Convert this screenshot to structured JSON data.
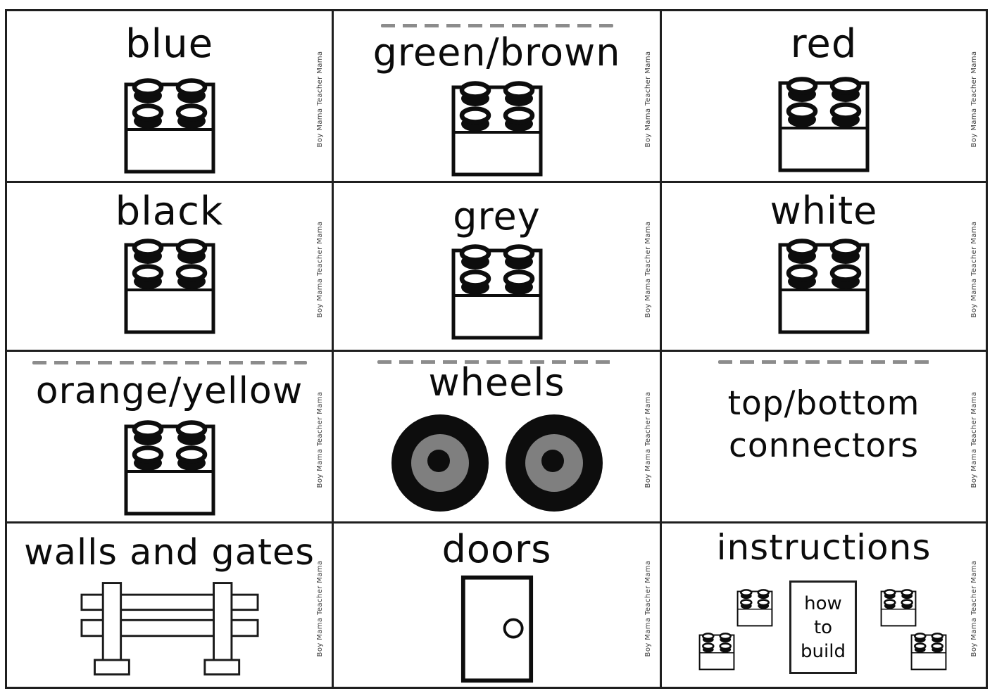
{
  "attribution": "Boy Mama Teacher Mama",
  "cards": [
    {
      "id": "blue",
      "label": "blue",
      "icon": "lego-brick-icon"
    },
    {
      "id": "green-brown",
      "label": "green/brown",
      "icon": "lego-brick-icon"
    },
    {
      "id": "red",
      "label": "red",
      "icon": "lego-brick-icon"
    },
    {
      "id": "black",
      "label": "black",
      "icon": "lego-brick-icon"
    },
    {
      "id": "grey",
      "label": "grey",
      "icon": "lego-brick-icon"
    },
    {
      "id": "white",
      "label": "white",
      "icon": "lego-brick-icon"
    },
    {
      "id": "orange-yellow",
      "label": "orange/yellow",
      "icon": "lego-brick-icon"
    },
    {
      "id": "wheels",
      "label": "wheels",
      "icon": "wheels-icon"
    },
    {
      "id": "top-bottom-connectors",
      "label": "top/bottom connectors",
      "icon": "none"
    },
    {
      "id": "walls-and-gates",
      "label": "walls and gates",
      "icon": "fence-icon"
    },
    {
      "id": "doors",
      "label": "doors",
      "icon": "door-icon"
    },
    {
      "id": "instructions",
      "label": "instructions",
      "icon": "bricks-and-paper-icon"
    }
  ],
  "instructions_card": {
    "paper_text": "how to build"
  },
  "colors": {
    "ink": "#0d0d0d",
    "wheel_grey": "#7f7f7f"
  }
}
